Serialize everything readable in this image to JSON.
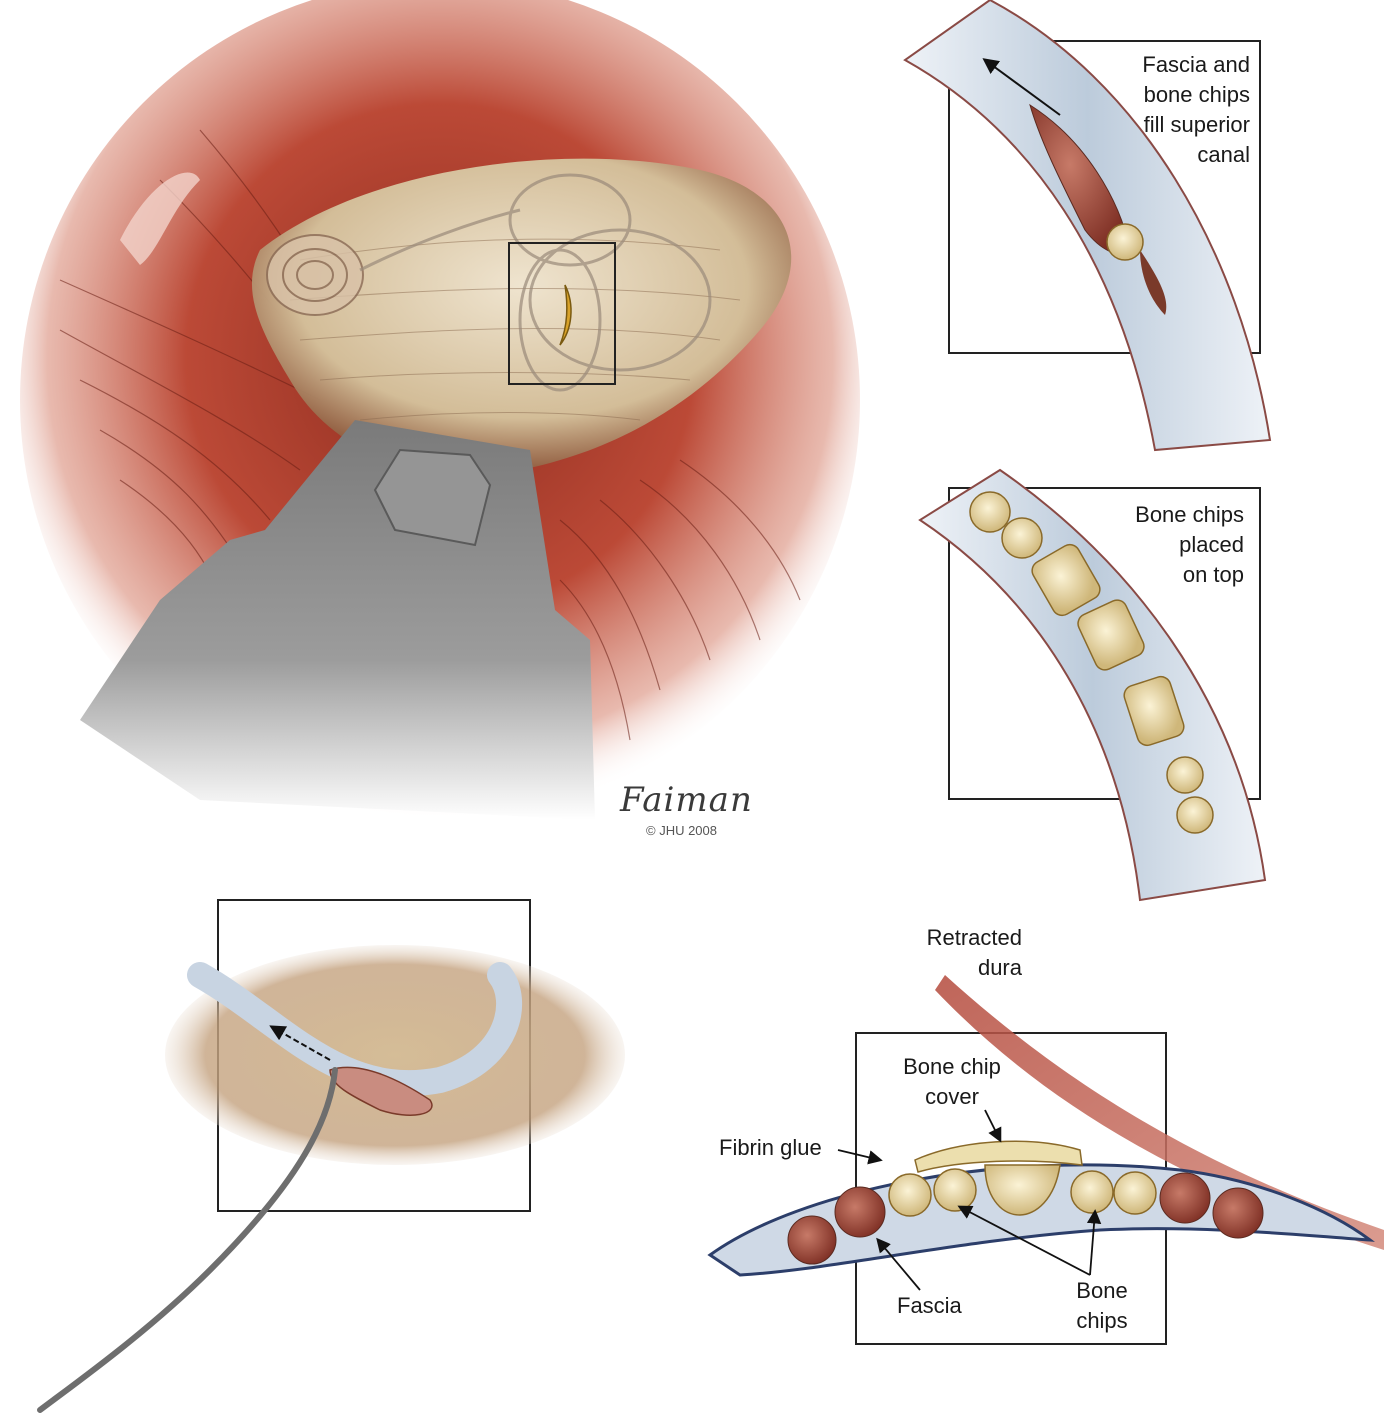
{
  "panels": {
    "top_right": {
      "lines": [
        "Fascia and",
        "bone chips",
        "fill superior",
        "canal"
      ]
    },
    "middle_right": {
      "lines": [
        "Bone chips",
        "placed",
        "on top"
      ]
    },
    "bottom_right": {
      "retracted_dura": [
        "Retracted",
        "dura"
      ],
      "bone_chip_cover": [
        "Bone chip",
        "cover"
      ],
      "fibrin_glue": "Fibrin glue",
      "fascia": "Fascia",
      "bone_chips": [
        "Bone",
        "chips"
      ]
    }
  },
  "signature": {
    "name": "Faiman",
    "copyright": "© JHU 2008"
  },
  "colors": {
    "muscle": "#b8402c",
    "bone": "#dcc9a8",
    "canal": "#c9d6e4",
    "chip": "#e8d9a0",
    "fascia": "#a34a3c",
    "retractor": "#8a8a8a"
  }
}
